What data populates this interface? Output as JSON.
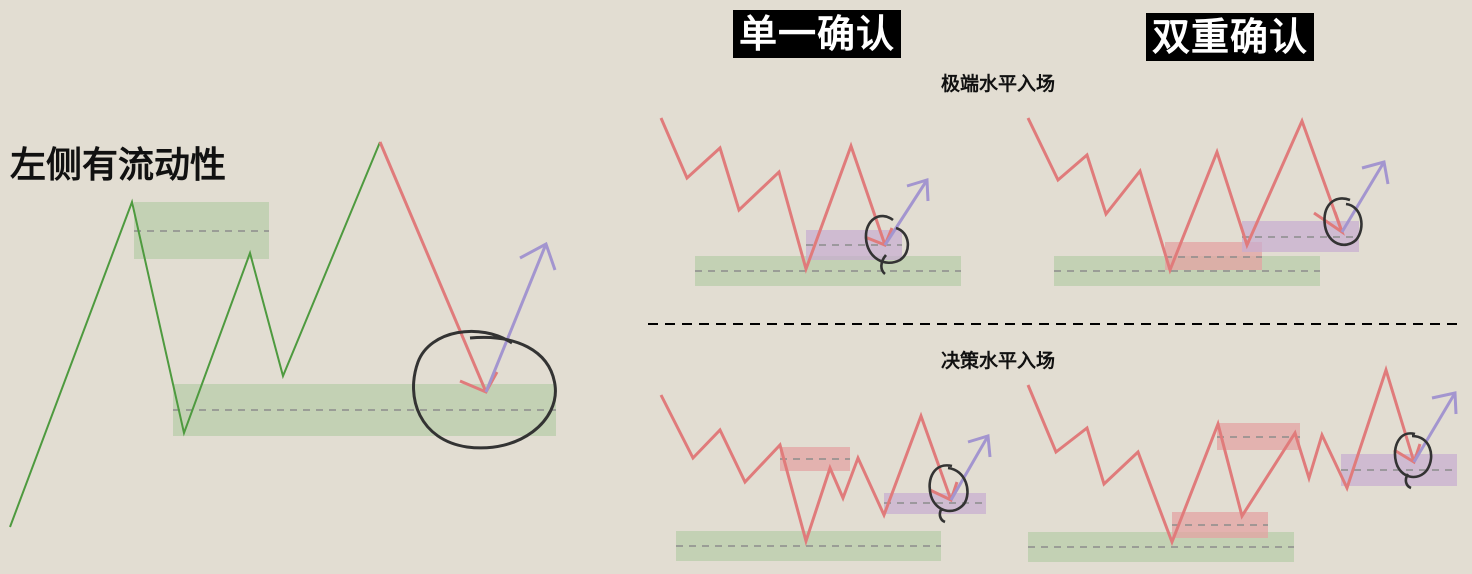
{
  "labels": {
    "left_title": "左侧有流动性",
    "col_single": "单一确认",
    "col_double": "双重确认",
    "row_extreme": "极端水平入场",
    "row_decision": "决策水平入场"
  },
  "colors": {
    "background": "#e2ddd2",
    "green_line": "#4e9a3f",
    "red_line": "#e07b7b",
    "purple_arrow": "#a395cf",
    "green_zone": "#a9c79a",
    "red_zone": "#e3a3a3",
    "purple_zone": "#c7acd0",
    "circle": "#333333",
    "dashes": "#8c8c8c",
    "header_bg": "#000000",
    "header_text": "#ffffff"
  }
}
